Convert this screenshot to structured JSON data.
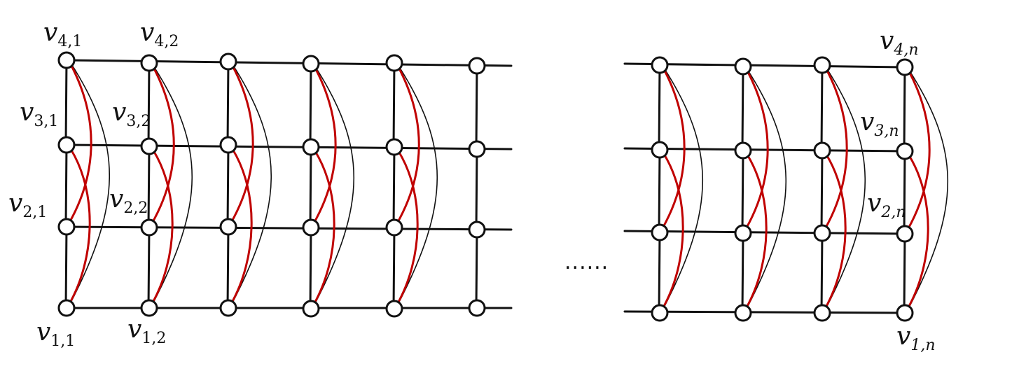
{
  "diagram": {
    "labels": {
      "v41": {
        "main": "v",
        "sub": "4,1"
      },
      "v42": {
        "main": "v",
        "sub": "4,2"
      },
      "v4n": {
        "main": "v",
        "sub": "4,n"
      },
      "v31": {
        "main": "v",
        "sub": "3,1"
      },
      "v32": {
        "main": "v",
        "sub": "3,2"
      },
      "v3n": {
        "main": "v",
        "sub": "3,n"
      },
      "v21": {
        "main": "v",
        "sub": "2,1"
      },
      "v22": {
        "main": "v",
        "sub": "2,2"
      },
      "v2n": {
        "main": "v",
        "sub": "2,n"
      },
      "v11": {
        "main": "v",
        "sub": "1,1"
      },
      "v12": {
        "main": "v",
        "sub": "1,2"
      },
      "v1n": {
        "main": "v",
        "sub": "1,n"
      }
    },
    "ellipsis": "......",
    "colors": {
      "grid_edge": "#111111",
      "red_edge": "#c00000",
      "vertex_fill": "#ffffff"
    }
  }
}
